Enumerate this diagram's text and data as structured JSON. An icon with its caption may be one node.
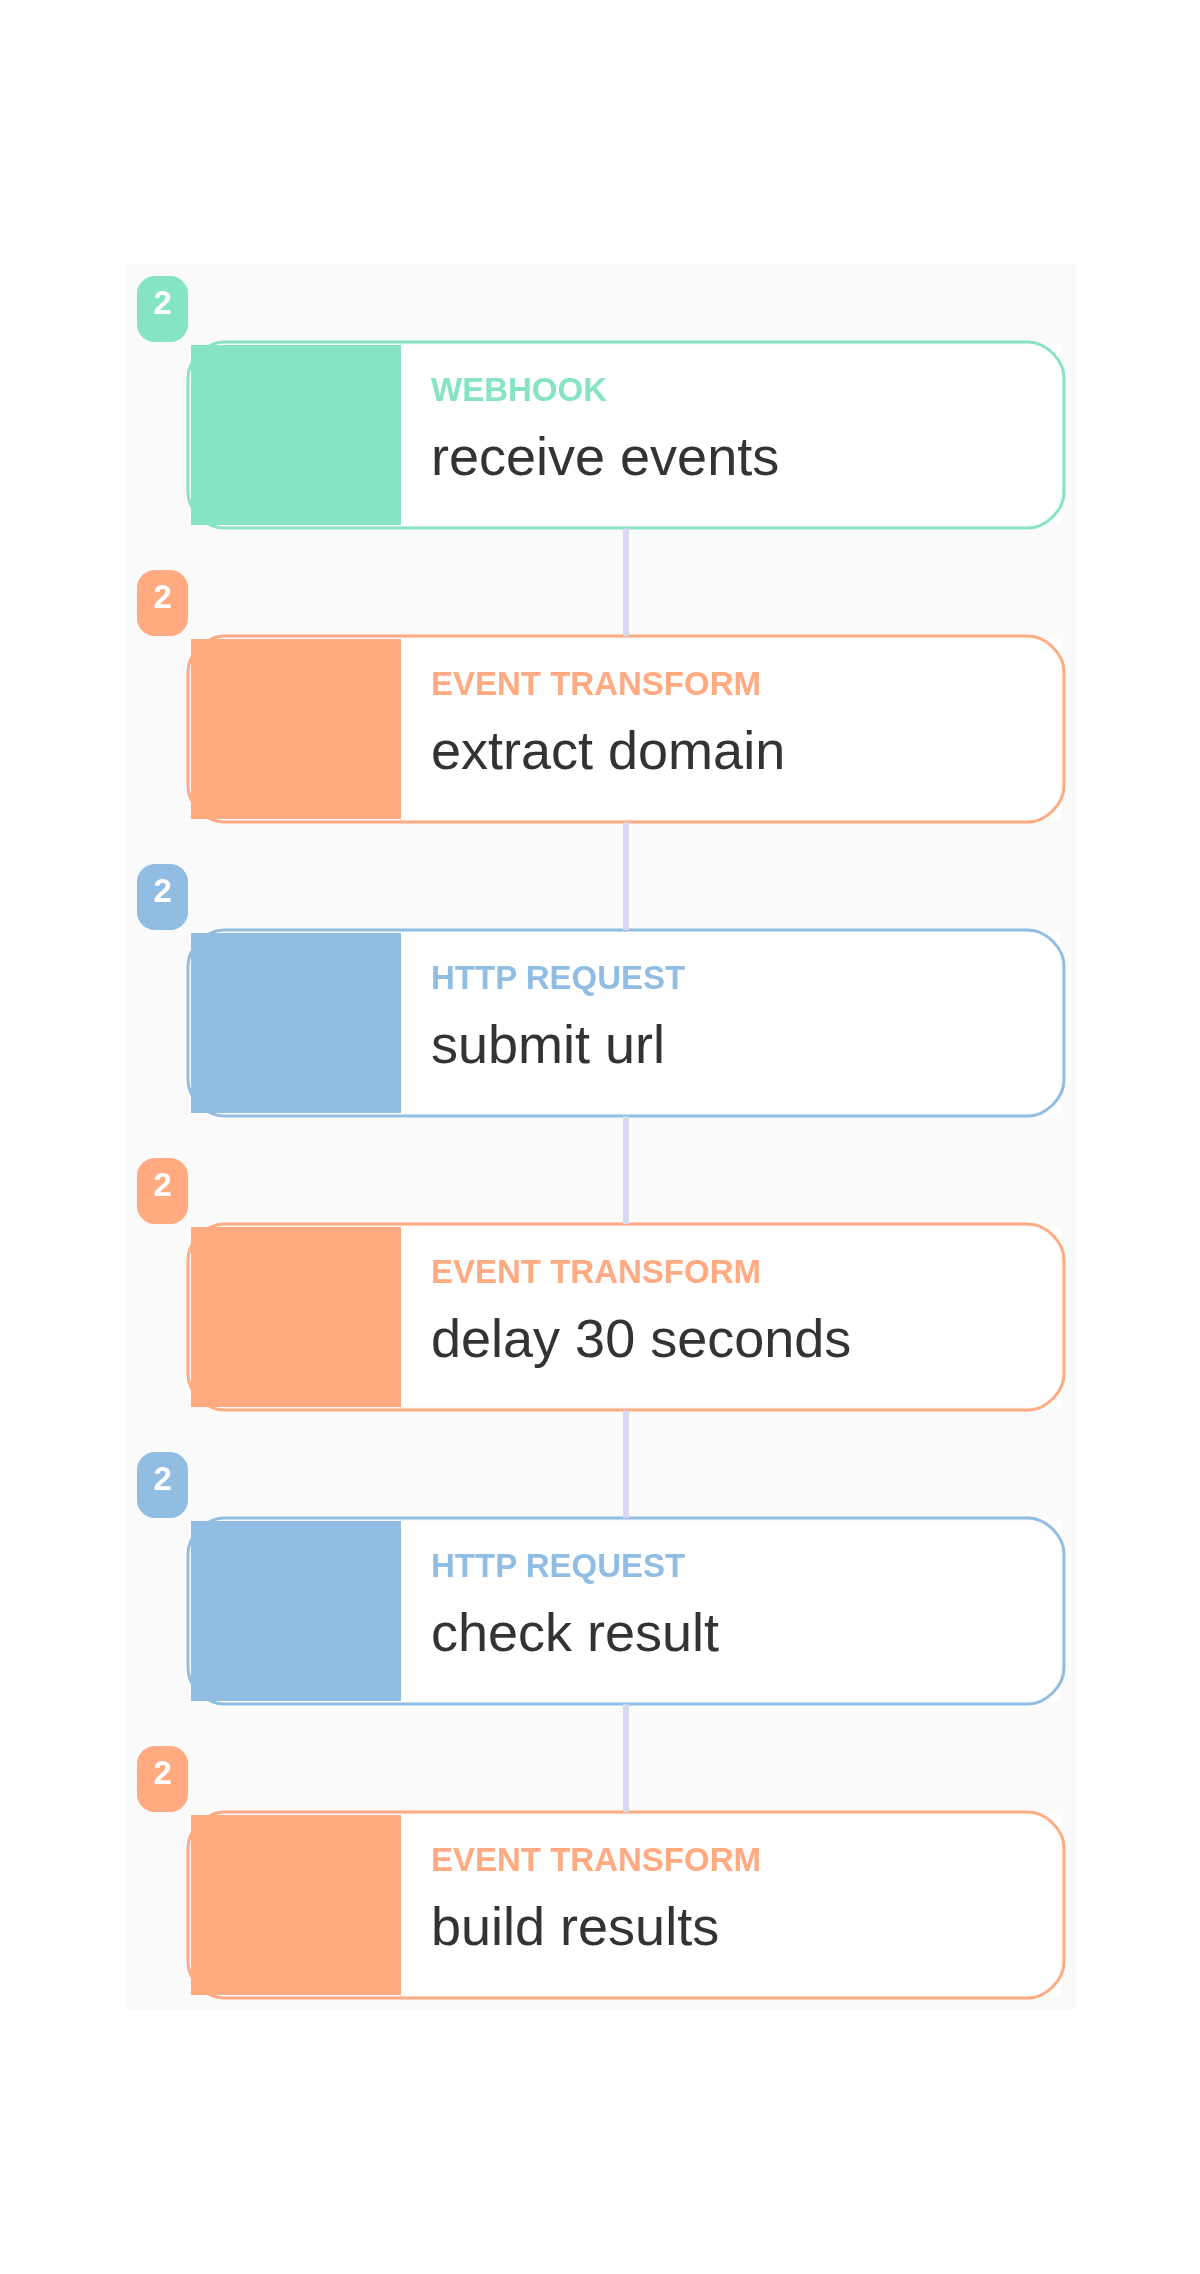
{
  "diagram": {
    "nodes": [
      {
        "text": [
          "WEBHOOK",
          "receive events"
        ],
        "beside": [
          "2"
        ]
      },
      {
        "text": [
          "EVENT TRANSFORM",
          "extract domain"
        ],
        "beside": [
          "2"
        ]
      },
      {
        "text": [
          "HTTP REQUEST",
          "submit url"
        ],
        "beside": [
          "2"
        ]
      },
      {
        "text": [
          "EVENT TRANSFORM",
          "delay 30 seconds"
        ],
        "beside": [
          "2"
        ]
      },
      {
        "text": [
          "HTTP REQUEST",
          "check result"
        ],
        "beside": [
          "2"
        ]
      },
      {
        "text": [
          "EVENT TRANSFORM",
          "build results"
        ],
        "beside": [
          "2"
        ]
      }
    ],
    "edges": [
      {
        "from": 0,
        "to": 1,
        "arrow": "none"
      },
      {
        "from": 1,
        "to": 2,
        "arrow": "none"
      },
      {
        "from": 2,
        "to": 3,
        "arrow": "none"
      },
      {
        "from": 3,
        "to": 4,
        "arrow": "none"
      },
      {
        "from": 4,
        "to": 5,
        "arrow": "none"
      }
    ]
  }
}
